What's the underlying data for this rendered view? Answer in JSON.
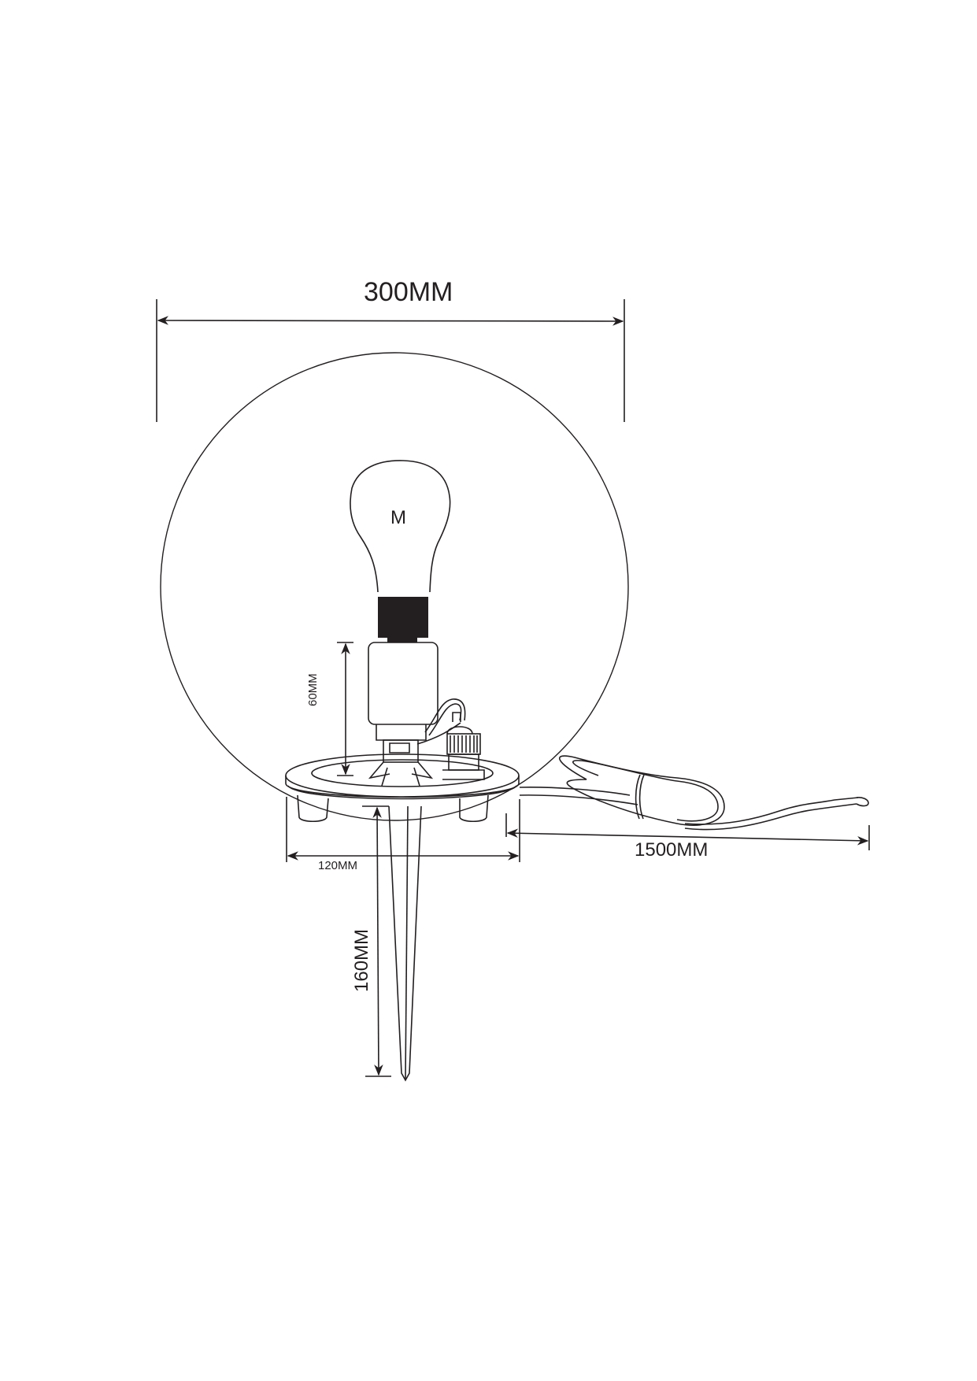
{
  "drawing": {
    "title": "Garden globe lamp with ground spike - dimension drawing",
    "line_color": "#231f20",
    "background": "#ffffff",
    "components": [
      {
        "id": "globe",
        "label": "Globe shade"
      },
      {
        "id": "bulb",
        "label": "Light bulb",
        "mark": "M"
      },
      {
        "id": "socket",
        "label": "Lamp socket"
      },
      {
        "id": "cable-gland",
        "label": "Cable gland"
      },
      {
        "id": "base",
        "label": "Base plate"
      },
      {
        "id": "spike",
        "label": "Ground spike"
      },
      {
        "id": "cable",
        "label": "Power cable (coiled)"
      }
    ],
    "dimensions": {
      "globe_diameter": "300MM",
      "socket_height": "60MM",
      "base_diameter": "120MM",
      "cable_length": "1500MM",
      "spike_length": "160MM"
    },
    "bulb_mark": "M"
  }
}
